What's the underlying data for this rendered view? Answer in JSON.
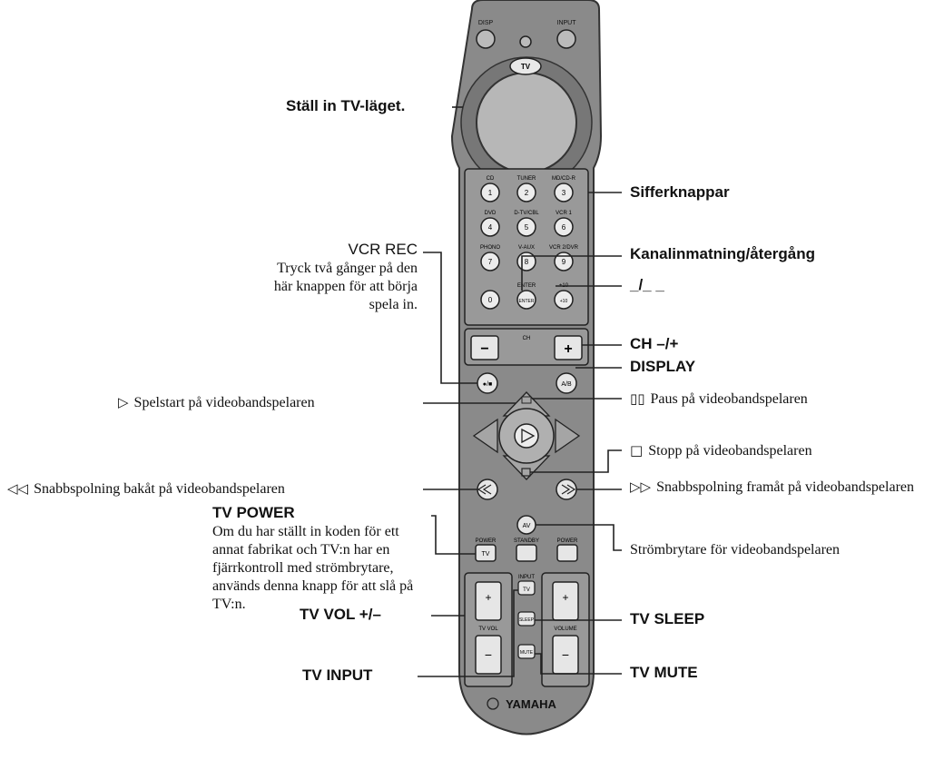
{
  "remote": {
    "top_keys": [
      "DISP",
      "INPUT"
    ],
    "mode_key": "TV",
    "number_keys": [
      {
        "caption": "CD",
        "key": "1"
      },
      {
        "caption": "TUNER",
        "key": "2"
      },
      {
        "caption": "MD/CD-R",
        "key": "3"
      },
      {
        "caption": "DVD",
        "key": "4"
      },
      {
        "caption": "D-TV/CBL",
        "key": "5"
      },
      {
        "caption": "VCR 1",
        "key": "6"
      },
      {
        "caption": "PHONO",
        "key": "7"
      },
      {
        "caption": "V-AUX",
        "key": "8"
      },
      {
        "caption": "VCR 2/DVR",
        "key": "9"
      },
      {
        "caption": "",
        "key": "0"
      },
      {
        "caption": "ENTER",
        "key": "ENTER"
      },
      {
        "caption": "+10",
        "key": "+10"
      }
    ],
    "ch_minus": "−",
    "ch_plus": "+",
    "ch_label": "CH",
    "vcr_rec_key": "●/■",
    "ab_key": "A/B",
    "av_key": "AV",
    "power_label": "POWER",
    "standby_label": "STANDBY",
    "tv_key": "TV",
    "tv_vol_label": "TV VOL",
    "volume_label": "VOLUME",
    "input_label": "INPUT",
    "sleep_key": "SLEEP",
    "mute_key": "MUTE",
    "plus": "+",
    "minus": "−",
    "brand": "YAMAHA"
  },
  "labels": {
    "tv_mode": "Ställ in TV-läget.",
    "number_keys": "Sifferknappar",
    "vcr_rec_title": "VCR REC",
    "vcr_rec_desc": "Tryck två gånger på den här knappen för att börja spela in.",
    "channel_entry": "Kanalinmatning/återgång",
    "dash": "_/_ _",
    "ch": "CH –/+",
    "display": "DISPLAY",
    "play_symbol": "▷",
    "play": "Spelstart på videobandspelaren",
    "pause_symbol": "▯▯",
    "pause": "Paus på videobandspelaren",
    "stop_symbol": "□",
    "stop": "Stopp på videobandspelaren",
    "rewind_symbol": "◁◁",
    "rewind": "Snabbspolning bakåt på videobandspelaren",
    "ff_symbol": "▷▷",
    "ff": "Snabbspolning framåt på videobandspelaren",
    "tv_power_title": "TV POWER",
    "tv_power_desc": "Om du har ställt in koden för ett annat fabrikat och TV:n har en fjärrkontroll med strömbrytare, används denna knapp för att slå på TV:n.",
    "vcr_power": "Strömbrytare för videobandspelaren",
    "tv_vol": "TV VOL +/–",
    "tv_sleep": "TV SLEEP",
    "tv_input": "TV INPUT",
    "tv_mute": "TV MUTE"
  }
}
